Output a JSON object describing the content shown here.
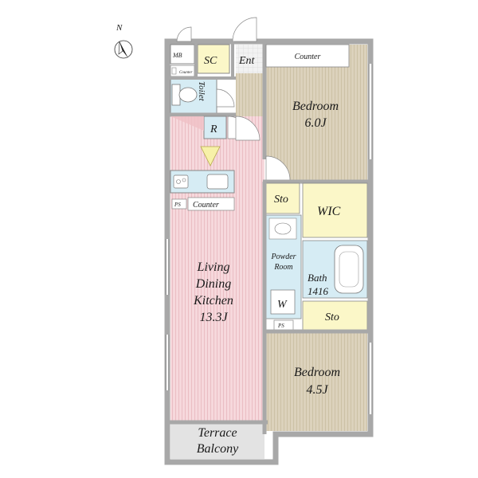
{
  "compass": {
    "label": "N"
  },
  "rooms": {
    "mb": "MB",
    "sc": "SC",
    "ent": "Ent",
    "counter_small": "Counter",
    "toilet": "Toilet",
    "refrigerator": "R",
    "ps_top": "PS",
    "kitchen_counter": "Counter",
    "ldk": [
      "Living",
      "Dining",
      "Kitchen",
      "13.3J"
    ],
    "terrace": [
      "Terrace",
      "Balcony"
    ],
    "bedroom1_counter": "Counter",
    "bedroom1": [
      "Bedroom",
      "6.0J"
    ],
    "sto_upper": "Sto",
    "wic": "WIC",
    "powder_room": [
      "Powder",
      "Room"
    ],
    "washer": "W",
    "bath": [
      "Bath",
      "1416"
    ],
    "ps_bottom": "PS",
    "sto_lower": "Sto",
    "bedroom2": [
      "Bedroom",
      "4.5J"
    ]
  },
  "colors": {
    "wall": "#a8a8a8",
    "wood_floor": "#dcd2bc",
    "ldk_floor": "#f6d8dc",
    "storage_yellow": "#fbf7c8",
    "wet_blue": "#d6ecf4",
    "balcony": "#e3e3e3"
  }
}
